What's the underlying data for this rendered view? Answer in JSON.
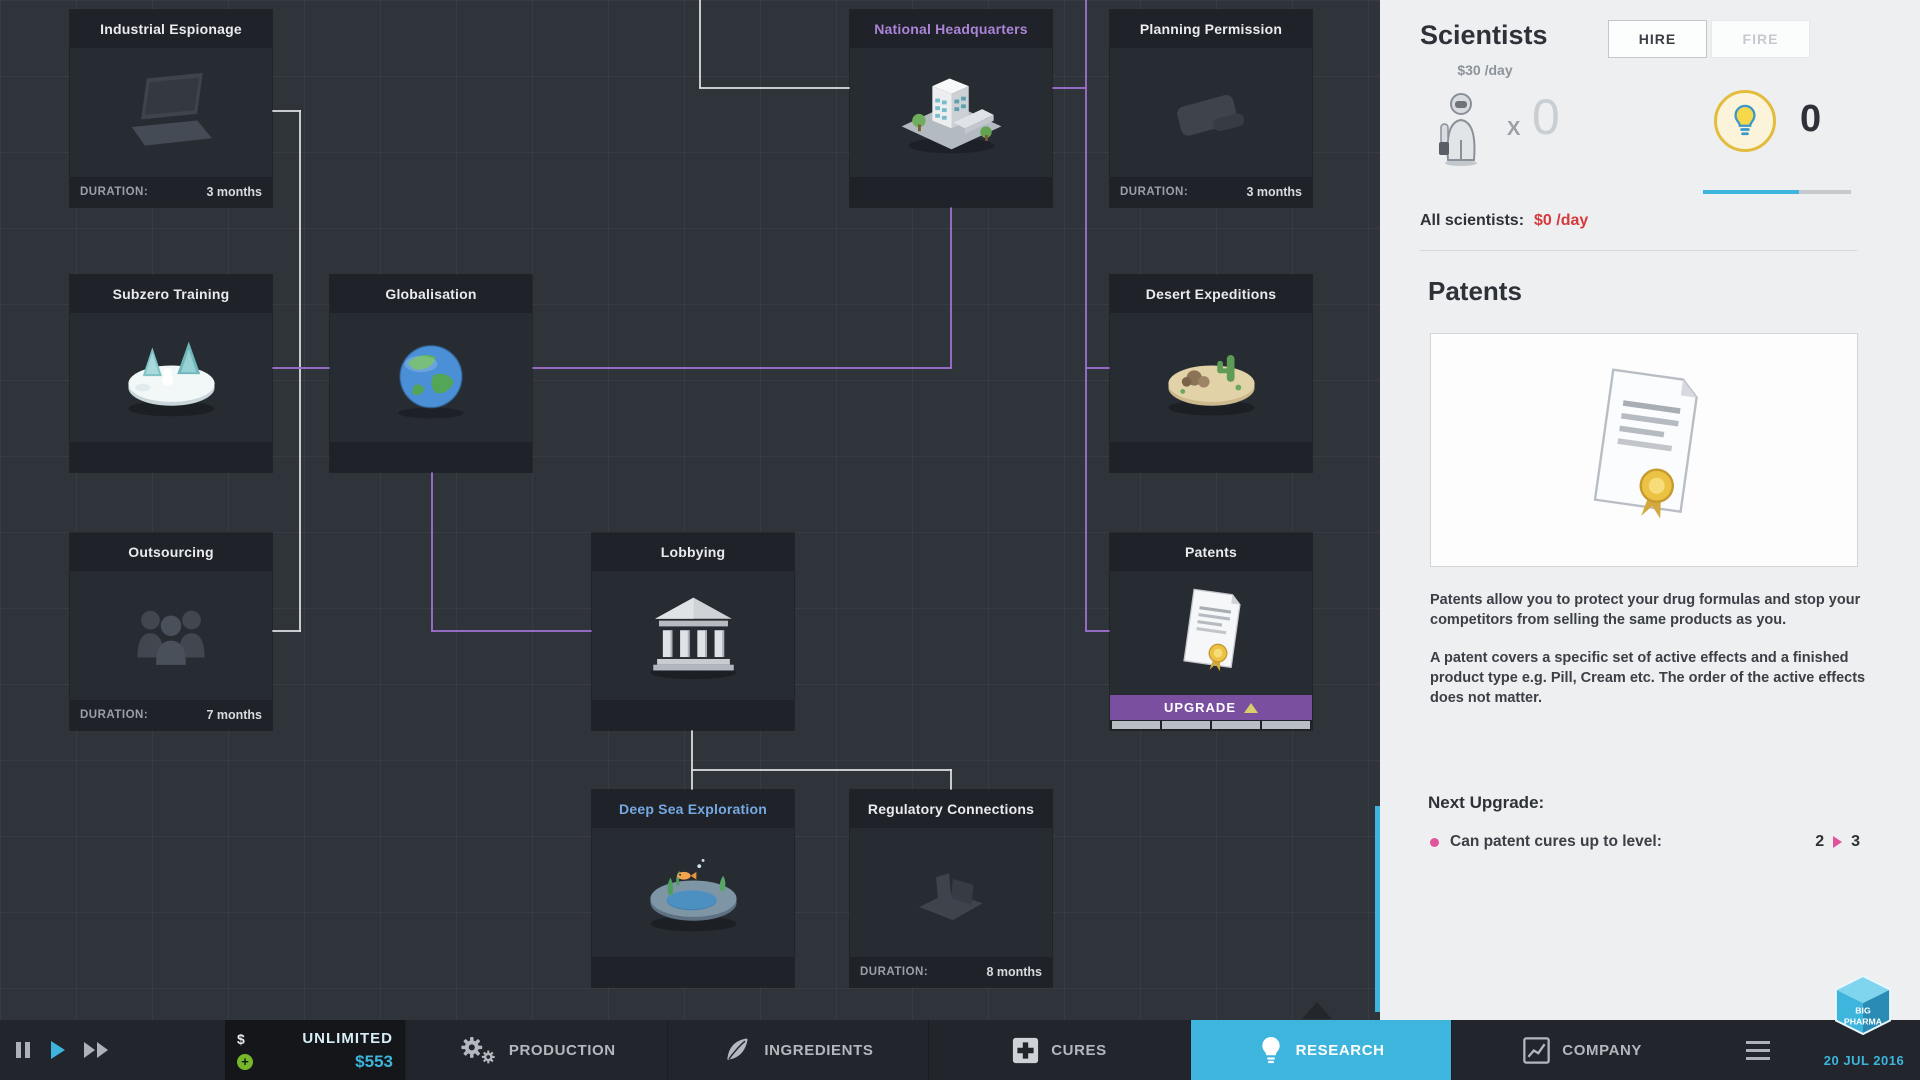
{
  "colors": {
    "accent_cyan": "#3db5dd",
    "accent_purple": "#9b6ec9",
    "negative_red": "#d63a3a",
    "positive_green": "#76b82a",
    "highlight_pink": "#e0549e"
  },
  "tree": {
    "duration_label": "DURATION:",
    "nodes": {
      "industrial_espionage": {
        "title": "Industrial Espionage",
        "duration": "3 months",
        "icon": "laptop-icon"
      },
      "national_headquarters": {
        "title": "National Headquarters",
        "icon": "headquarters-icon"
      },
      "planning_permission": {
        "title": "Planning Permission",
        "duration": "3 months",
        "icon": "permit-icon"
      },
      "subzero_training": {
        "title": "Subzero Training",
        "icon": "arctic-island-icon"
      },
      "globalisation": {
        "title": "Globalisation",
        "icon": "globe-icon"
      },
      "desert_expeditions": {
        "title": "Desert Expeditions",
        "icon": "desert-island-icon"
      },
      "outsourcing": {
        "title": "Outsourcing",
        "duration": "7 months",
        "icon": "workers-icon"
      },
      "lobbying": {
        "title": "Lobbying",
        "icon": "government-building-icon"
      },
      "patents": {
        "title": "Patents",
        "upgrade_label": "UPGRADE",
        "icon": "patent-document-icon"
      },
      "deep_sea_exploration": {
        "title": "Deep Sea Exploration",
        "icon": "deep-sea-island-icon"
      },
      "regulatory_connections": {
        "title": "Regulatory Connections",
        "duration": "8 months",
        "icon": "factory-icon"
      }
    }
  },
  "panel": {
    "title": "Scientists",
    "hire_label": "HIRE",
    "fire_label": "FIRE",
    "daily_rate": "$30 /day",
    "multiplier": "X",
    "scientist_count": "0",
    "research_points": "0",
    "capacity_progress_fraction": 0.65,
    "all_scientists_label": "All scientists:",
    "all_scientists_value": "$0 /day",
    "patents_heading": "Patents",
    "patents_description_1": "Patents allow you to protect your drug formulas and stop your competitors from selling the same products as you.",
    "patents_description_2": "A patent covers a specific set of active effects and a finished product type e.g. Pill, Cream etc. The order of the active effects does not matter.",
    "next_upgrade_label": "Next Upgrade:",
    "upgrade_line": "Can patent cures up to level:",
    "upgrade_from": "2",
    "upgrade_to": "3"
  },
  "bottom_bar": {
    "money": {
      "currency_symbol": "$",
      "plan_label": "UNLIMITED",
      "balance": "$553",
      "plus": "+"
    },
    "tabs": [
      {
        "label": "PRODUCTION",
        "icon": "gears-icon",
        "active": false
      },
      {
        "label": "INGREDIENTS",
        "icon": "leaf-icon",
        "active": false
      },
      {
        "label": "CURES",
        "icon": "cross-icon",
        "active": false
      },
      {
        "label": "RESEARCH",
        "icon": "lightbulb-icon",
        "active": true
      },
      {
        "label": "COMPANY",
        "icon": "chart-icon",
        "active": false
      }
    ],
    "date": "20 JUL 2016",
    "logo": {
      "line1": "BIG",
      "line2": "PHARMA"
    }
  }
}
